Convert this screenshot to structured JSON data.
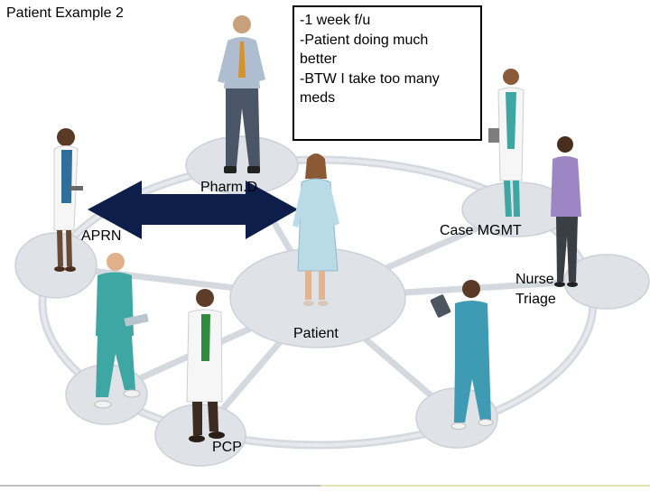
{
  "title": "Patient Example 2",
  "note": {
    "lines": [
      "-1 week f/u",
      "-Patient doing much",
      "better",
      "-BTW I take too many",
      "meds"
    ]
  },
  "nodes": {
    "pharmd": "Pharm.D",
    "case_mgmt": "Case MGMT",
    "aprn": "APRN",
    "nurse_triage_line1": "Nurse",
    "nurse_triage_line2": "Triage",
    "patient": "Patient",
    "pcp": "PCP"
  },
  "colors": {
    "platform": "#dfe3e8",
    "platform_edge": "#c7cdd4",
    "ring": "#cfd5dc",
    "arrow": "#0e1e4a",
    "scrub": "#3fa7a3",
    "gown": "#b9dbe8"
  }
}
